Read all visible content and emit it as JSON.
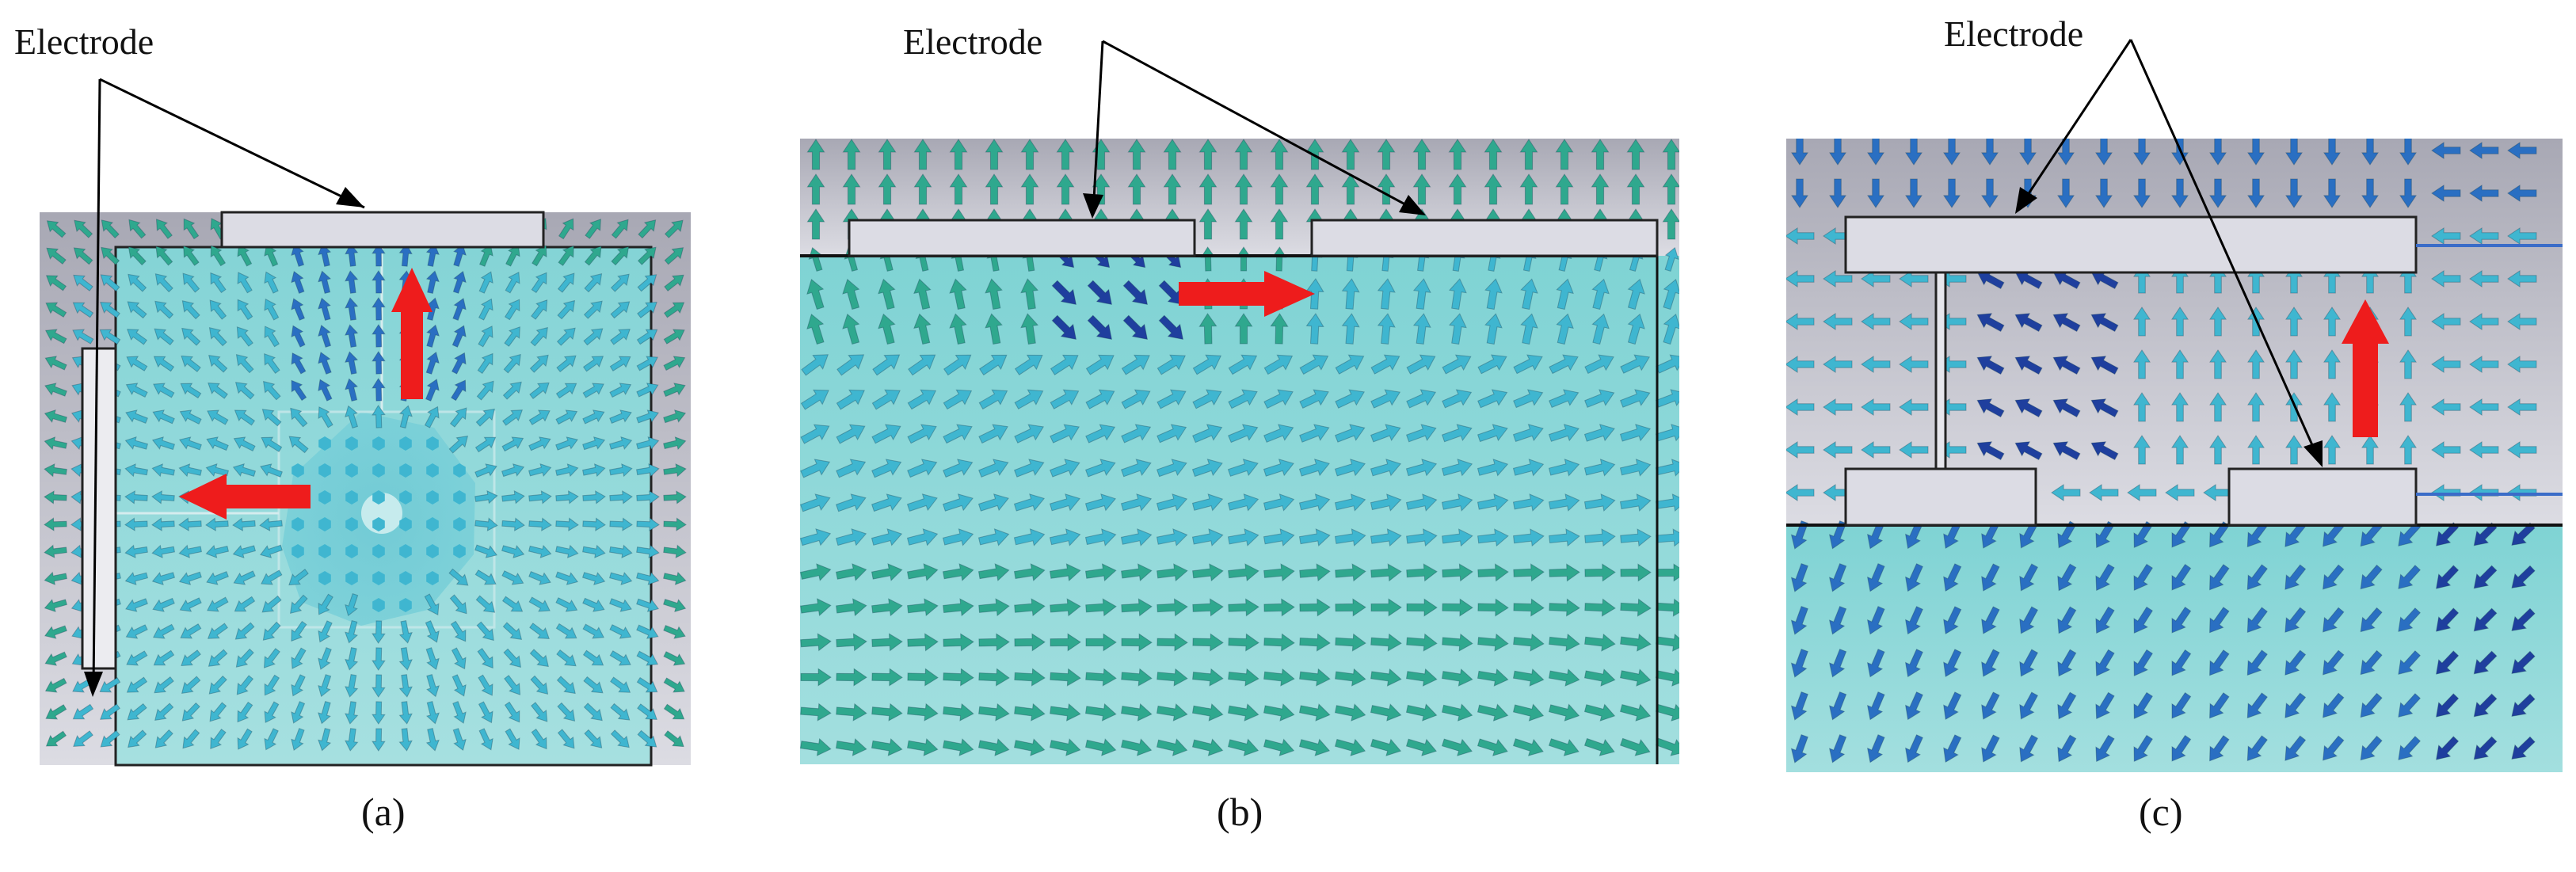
{
  "figure": {
    "panels": [
      {
        "id": "a",
        "electrode_label": "Electrode",
        "caption": "(a)"
      },
      {
        "id": "b",
        "electrode_label": "Electrode",
        "caption": "(b)"
      },
      {
        "id": "c",
        "electrode_label": "Electrode",
        "caption": "(c)"
      }
    ],
    "colors": {
      "background_top": "#a9a8b4",
      "background_bottom": "#d8d8e0",
      "substrate": "#8fd9d9",
      "substrate_light": "#b4e6e6",
      "electrode_fill": "#dcdce4",
      "electrode_stroke": "#222222",
      "arrow_teal": "#2fa88e",
      "arrow_cyan": "#3fb6d0",
      "arrow_blue": "#2a6fc2",
      "arrow_dark_blue": "#1f3f9e",
      "flow_arrow": "#ee1c1c",
      "leader_line": "#000000"
    },
    "field_patterns": {
      "a": "radial-outward-from-center",
      "b": "upward-above, rightward-below",
      "c": "circulating-between-electrodes, down-left-below"
    },
    "flow_directions": {
      "a": [
        "up",
        "left"
      ],
      "b": [
        "right"
      ],
      "c": [
        "up"
      ]
    }
  }
}
